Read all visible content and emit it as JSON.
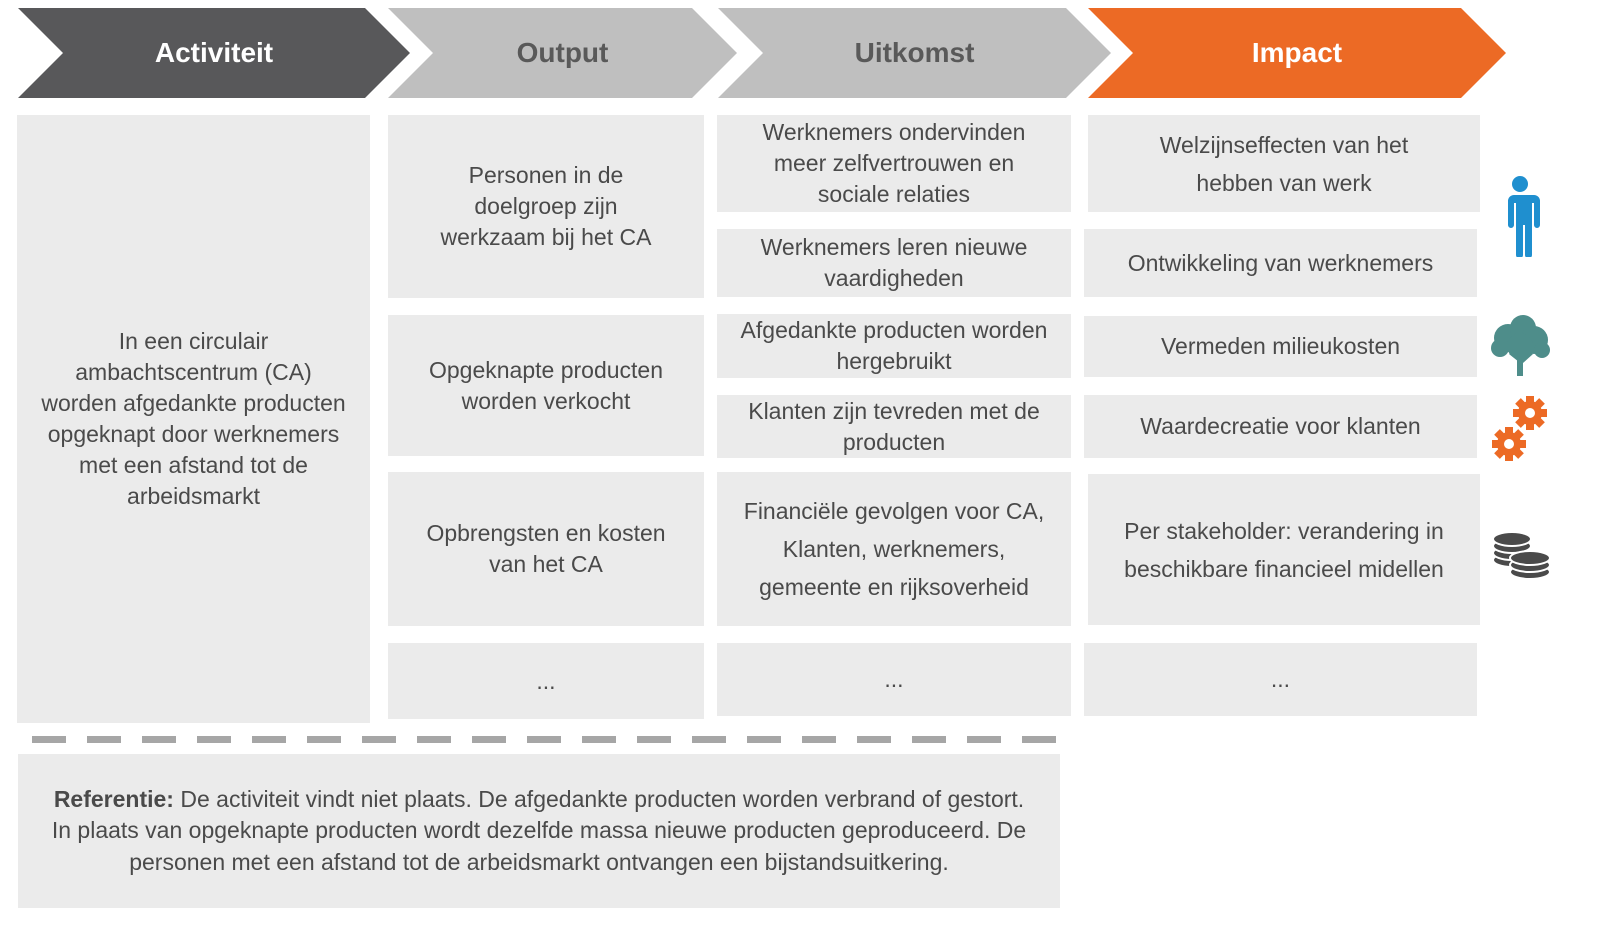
{
  "colors": {
    "activiteit_header": "#58585a",
    "inactive_header": "#bfbfbf",
    "impact_header": "#ec6a25",
    "box_bg": "#ebebeb",
    "person_icon": "#1f8fcf",
    "tree_icon": "#4e8d8a",
    "gear_icon": "#ec6a25",
    "coins_icon": "#4a4a4a"
  },
  "headers": {
    "activiteit": "Activiteit",
    "output": "Output",
    "uitkomst": "Uitkomst",
    "impact": "Impact"
  },
  "activiteit": {
    "text": "In een circulair ambachtscentrum (CA) worden afgedankte producten opgeknapt door werknemers met een afstand tot de arbeidsmarkt"
  },
  "output": [
    "Personen in de doelgroep zijn werkzaam bij het CA",
    "Opgeknapte producten worden verkocht",
    "Opbrengsten en kosten van het CA",
    "..."
  ],
  "uitkomst": [
    "Werknemers ondervinden meer zelfvertrouwen en sociale relaties",
    "Werknemers leren nieuwe vaardigheden",
    "Afgedankte producten worden hergebruikt",
    "Klanten zijn tevreden met de producten",
    "Financiële gevolgen voor CA, Klanten, werknemers, gemeente en rijksoverheid",
    "..."
  ],
  "impact": [
    "Welzijnseffecten van het hebben van werk",
    "Ontwikkeling van werknemers",
    "Vermeden milieukosten",
    "Waardecreatie voor klanten",
    "Per stakeholder: verandering in beschikbare financieel midellen",
    "..."
  ],
  "icons": [
    "person-icon",
    "tree-icon",
    "gears-icon",
    "coins-icon"
  ],
  "referentie": {
    "label": "Referentie:",
    "text": " De activiteit vindt niet plaats. De afgedankte producten worden verbrand of gestort. In plaats van opgeknapte producten wordt dezelfde massa nieuwe producten geproduceerd. De personen met een afstand tot de arbeidsmarkt ontvangen een bijstandsuitkering."
  }
}
